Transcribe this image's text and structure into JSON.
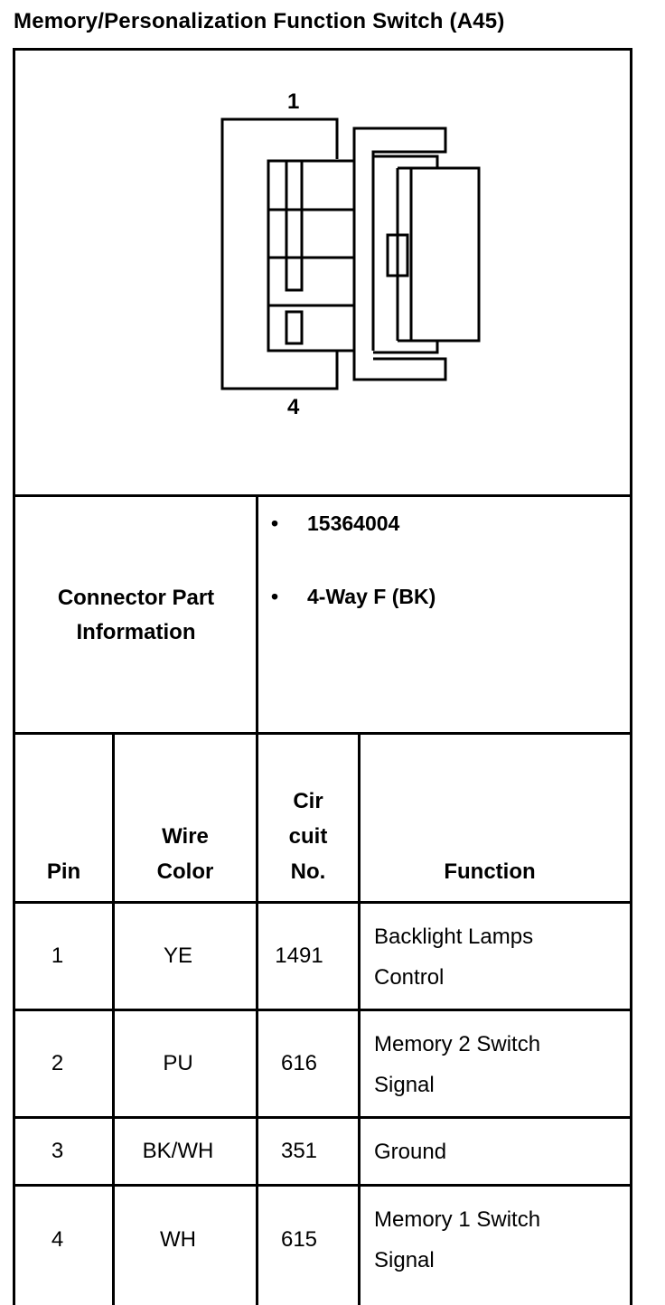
{
  "page": {
    "title": "Memory/Personalization Function Switch (A45)"
  },
  "diagram": {
    "top_pin_label": "1",
    "bottom_pin_label": "4"
  },
  "connector": {
    "label_line1": "Connector Part",
    "label_line2": "Information",
    "items": [
      "15364004",
      "4-Way F (BK)"
    ],
    "bullet": "•"
  },
  "table": {
    "headers": {
      "pin": "Pin",
      "wire_color_line1": "Wire",
      "wire_color_line2": "Color",
      "circuit_line1": "Cir",
      "circuit_line2": "cuit",
      "circuit_line3": "No.",
      "function": "Function"
    },
    "rows": [
      {
        "pin": "1",
        "wire_color": "YE",
        "circuit": "1491",
        "function_line1": "Backlight Lamps",
        "function_line2": "Control"
      },
      {
        "pin": "2",
        "wire_color": "PU",
        "circuit": "616",
        "function_line1": "Memory 2 Switch",
        "function_line2": "Signal"
      },
      {
        "pin": "3",
        "wire_color": "BK/WH",
        "circuit": "351",
        "function_line1": "Ground",
        "function_line2": ""
      },
      {
        "pin": "4",
        "wire_color": "WH",
        "circuit": "615",
        "function_line1": "Memory 1 Switch",
        "function_line2": "Signal"
      }
    ]
  }
}
